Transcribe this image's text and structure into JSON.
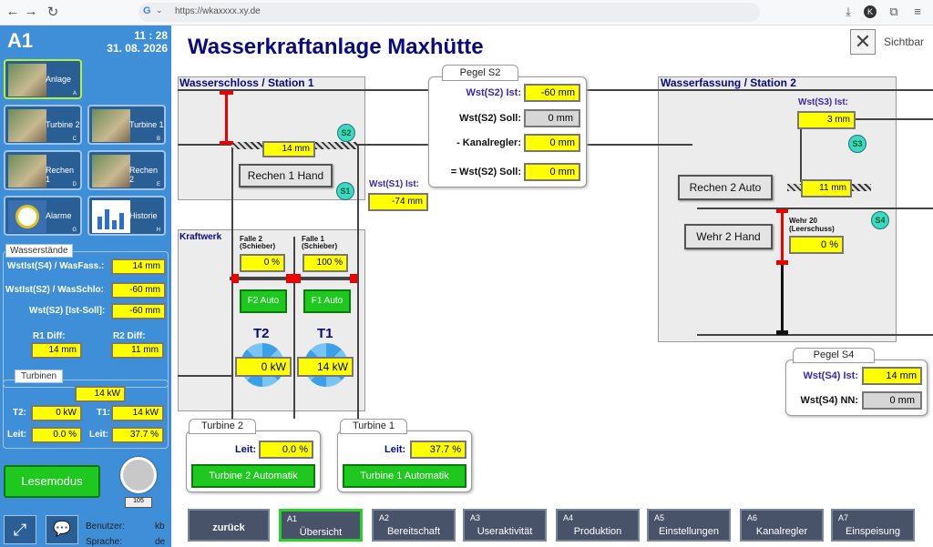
{
  "browser": {
    "url": "https://wkaxxxx.xy.de",
    "g": "G",
    "chev": "⌄",
    "back": "←",
    "forward": "→",
    "reload": "↻",
    "download": "⤓",
    "profile": "K",
    "ext": "⧉",
    "menu": "≡"
  },
  "sidebar": {
    "station": "A1",
    "time": "11 : 28",
    "date": "31. 08. 2026",
    "tiles": [
      {
        "label": "Anlage",
        "key": "A"
      },
      {
        "label": "Turbine 2",
        "key": "C"
      },
      {
        "label": "Turbine 1",
        "key": "B"
      },
      {
        "label": "Rechen 1",
        "key": "D"
      },
      {
        "label": "Rechen 2",
        "key": "E"
      },
      {
        "label": "Alarme",
        "key": "G"
      },
      {
        "label": "Historie",
        "key": "H"
      }
    ],
    "wasserstaende": {
      "title": "Wasserstände",
      "rows": [
        {
          "label": "WstIst(S4) / WasFass.:",
          "value": "14 mm"
        },
        {
          "label": "WstIst(S2) / WasSchlo:",
          "value": "-60 mm"
        },
        {
          "label": "Wst(S2) [Ist-Soll]:",
          "value": "-60 mm"
        }
      ],
      "r1_label": "R1 Diff:",
      "r1_value": "14 mm",
      "r2_label": "R2 Diff:",
      "r2_value": "11 mm"
    },
    "turbinen": {
      "title": "Turbinen",
      "total": "14 kW",
      "t2_label": "T2:",
      "t2_value": "0 kW",
      "t1_label": "T1:",
      "t1_value": "14 kW",
      "leit1_label": "Leit:",
      "leit1_value": "0.0 %",
      "leit2_label": "Leit:",
      "leit2_value": "37.7 %"
    },
    "lesemodus": "Lesemodus",
    "knob_value": "105",
    "benutzer_label": "Benutzer:",
    "benutzer_value": "kb",
    "sprache_label": "Sprache:",
    "sprache_value": "de"
  },
  "main": {
    "title": "Wasserkraftanlage Maxhütte",
    "sichtbar": "Sichtbar",
    "wasserschloss": "Wasserschloss / Station 1",
    "wasserfassung": "Wasserfassung / Station 2",
    "kraftwerk": "Kraftwerk",
    "pegel_s2": {
      "title": "Pegel S2",
      "rows": [
        {
          "label": "Wst(S2) Ist:",
          "value": "-60 mm"
        },
        {
          "label": "Wst(S2) Soll:",
          "value": "0 mm"
        },
        {
          "label": "- Kanalregler:",
          "value": "0 mm"
        },
        {
          "label": "= Wst(S2) Soll:",
          "value": "0 mm"
        }
      ]
    },
    "rechen1_value": "14 mm",
    "rechen1_btn": "Rechen 1 Hand",
    "s1_label": "Wst(S1) Ist:",
    "s1_value": "-74 mm",
    "s3_label": "Wst(S3) Ist:",
    "s3_value": "3 mm",
    "rechen2_btn": "Rechen 2 Auto",
    "rechen2_value": "11 mm",
    "wehr_btn": "Wehr 2 Hand",
    "wehr_label": "Wehr 20",
    "wehr_sub": "(Leerschuss)",
    "wehr_value": "0 %",
    "falle2": {
      "label": "Falle 2",
      "sub": "(Schieber)",
      "value": "0 %",
      "btn": "F2 Auto"
    },
    "falle1": {
      "label": "Falle 1",
      "sub": "(Schieber)",
      "value": "100 %",
      "btn": "F1 Auto"
    },
    "t2": {
      "name": "T2",
      "value": "0 kW"
    },
    "t1": {
      "name": "T1",
      "value": "14 kW"
    },
    "turbine2_panel": {
      "title": "Turbine 2",
      "leit_label": "Leit:",
      "leit_value": "0.0 %",
      "mode": "Turbine 2 Automatik"
    },
    "turbine1_panel": {
      "title": "Turbine 1",
      "leit_label": "Leit:",
      "leit_value": "37.7 %",
      "mode": "Turbine 1 Automatik"
    },
    "pegel_s4": {
      "title": "Pegel S4",
      "rows": [
        {
          "label": "Wst(S4) Ist:",
          "value": "14 mm"
        },
        {
          "label": "Wst(S4) NN:",
          "value": "0 mm"
        }
      ]
    },
    "stations": {
      "s1": "S1",
      "s2": "S2",
      "s3": "S3",
      "s4": "S4"
    }
  },
  "bottom_tabs": [
    {
      "num": "",
      "label": "zurück"
    },
    {
      "num": "A1",
      "label": "Übersicht"
    },
    {
      "num": "A2",
      "label": "Bereitschaft"
    },
    {
      "num": "A3",
      "label": "Useraktivität"
    },
    {
      "num": "A4",
      "label": "Produktion"
    },
    {
      "num": "A5",
      "label": "Einstellungen"
    },
    {
      "num": "A6",
      "label": "Kanalregler"
    },
    {
      "num": "A7",
      "label": "Einspeisung"
    }
  ],
  "colors": {
    "sidebar": "#3f8fd8",
    "value_bg": "#ffff00",
    "auto_green": "#1ec81e",
    "title": "#0a0a80",
    "active_tab": "#29d129"
  }
}
